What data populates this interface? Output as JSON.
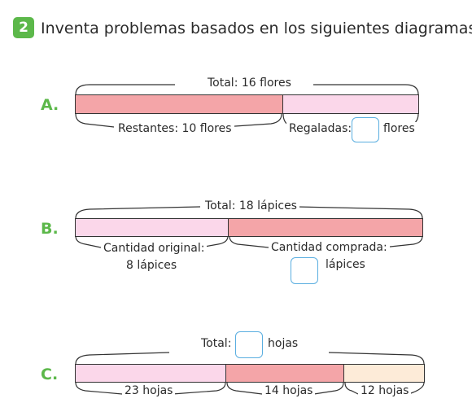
{
  "header": {
    "number": "2",
    "instruction": "Inventa problemas basados en los siguientes diagramas:"
  },
  "items": {
    "a": {
      "letter": "A.",
      "total": "Total: 16 flores",
      "left_label": "Restantes: 10 flores",
      "right_label_prefix": "Regaladas:",
      "right_label_suffix": "flores"
    },
    "b": {
      "letter": "B.",
      "total": "Total: 18 lápices",
      "left_label_line1": "Cantidad original:",
      "left_label_line2": "8 lápices",
      "right_label_line1": "Cantidad comprada:",
      "right_label_suffix": "lápices"
    },
    "c": {
      "letter": "C.",
      "total_prefix": "Total:",
      "total_suffix": "hojas",
      "seg1_label": "23 hojas",
      "seg2_label": "14 hojas",
      "seg3_label": "12 hojas"
    }
  },
  "colors": {
    "badge": "#5cb84a",
    "letters": "#5cb84a",
    "bar_dark_pink": "#f4a5a8",
    "bar_light_pink": "#fbd7ea",
    "bar_cream": "#fdebd8",
    "answer_box_border": "#5aaee0"
  }
}
